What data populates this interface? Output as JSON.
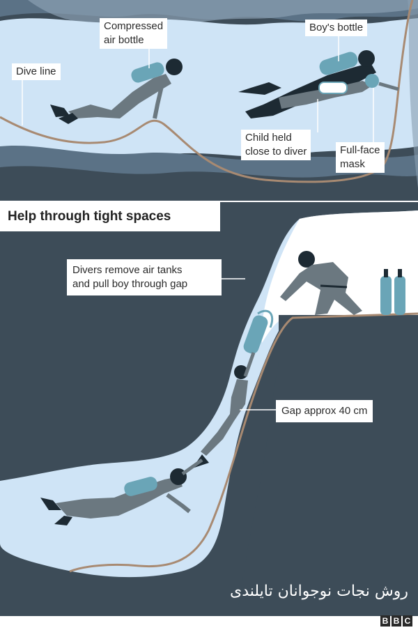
{
  "colors": {
    "water": "#cfe4f6",
    "rock_dark": "#3d4c58",
    "rock_mid": "#5b7286",
    "rock_light": "#8aa0b2",
    "line": "#a88a72",
    "diver_suit": "#6b7880",
    "tank": "#6aa5b7"
  },
  "top_panel": {
    "callouts": {
      "dive_line": "Dive line",
      "compressed_air": "Compressed\nair bottle",
      "boys_bottle": "Boy's bottle",
      "child_held": "Child held\nclose to diver",
      "full_face_mask": "Full-face\nmask"
    }
  },
  "bottom_panel": {
    "title": "Help through tight spaces",
    "callouts": {
      "remove_tanks": "Divers remove air tanks\nand pull boy through gap",
      "gap": "Gap approx 40 cm"
    }
  },
  "footer": {
    "persian_caption": "روش نجات نوجوانان تایلندی",
    "brand": [
      "B",
      "B",
      "C"
    ]
  }
}
